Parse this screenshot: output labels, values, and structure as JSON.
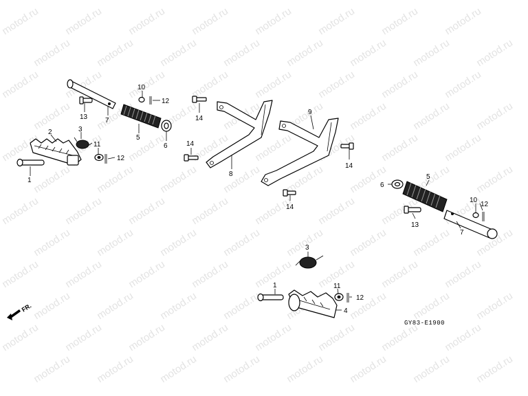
{
  "watermark": "motod.ru",
  "diagram_code": "GY83-E1900",
  "front_marker": "FR.",
  "callouts": {
    "c1a": "1",
    "c2": "2",
    "c3a": "3",
    "c11a": "11",
    "c12a": "12",
    "c13a": "13",
    "c7a": "7",
    "c10a": "10",
    "c12b": "12",
    "c5a": "5",
    "c6a": "6",
    "c14a": "14",
    "c14b": "14",
    "c8": "8",
    "c9": "9",
    "c14c": "14",
    "c14d": "14",
    "c6b": "6",
    "c5b": "5",
    "c10b": "10",
    "c12c": "12",
    "c13b": "13",
    "c7b": "7",
    "c3b": "3",
    "c1b": "1",
    "c11b": "11",
    "c12d": "12",
    "c4": "4"
  }
}
